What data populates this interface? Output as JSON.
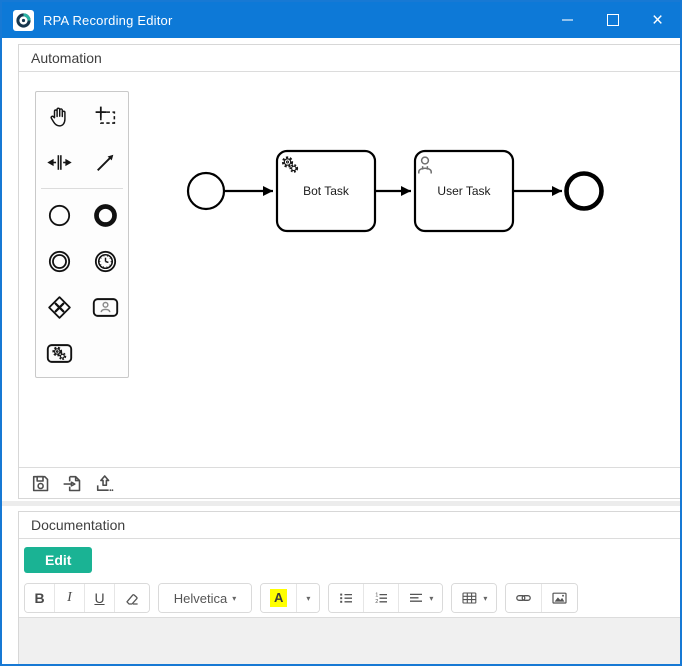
{
  "colors": {
    "titlebar_blue": "#0d79d7",
    "window_border_blue": "#1779d4",
    "accent_teal": "#1ab394",
    "highlight_yellow": "#ffff00"
  },
  "window": {
    "title": "RPA Recording Editor",
    "close_glyph": "×"
  },
  "automation_panel": {
    "title": "Automation",
    "palette": {
      "items": [
        {
          "name": "hand-tool"
        },
        {
          "name": "lasso-tool"
        },
        {
          "name": "space-tool"
        },
        {
          "name": "global-connect-tool"
        },
        {
          "name": "create-start-event"
        },
        {
          "name": "create-end-event"
        },
        {
          "name": "create-intermediate-event"
        },
        {
          "name": "create-timer-event"
        },
        {
          "name": "create-gateway"
        },
        {
          "name": "create-user-task"
        },
        {
          "name": "create-bot-task"
        }
      ]
    },
    "diagram": {
      "nodes": [
        {
          "type": "start-event",
          "label": ""
        },
        {
          "type": "task",
          "label": "Bot Task",
          "icon": "gears-icon"
        },
        {
          "type": "task",
          "label": "User Task",
          "icon": "user-icon"
        },
        {
          "type": "end-event",
          "label": ""
        }
      ],
      "flows": [
        {
          "from": "start-event",
          "to": "Bot Task"
        },
        {
          "from": "Bot Task",
          "to": "User Task"
        },
        {
          "from": "User Task",
          "to": "end-event"
        }
      ]
    },
    "footer": {
      "icons": [
        "save-icon",
        "open-diagram-icon",
        "export-diagram-icon"
      ]
    }
  },
  "documentation_panel": {
    "title": "Documentation",
    "edit_button": "Edit",
    "toolbar": {
      "bold": "B",
      "italic": "I",
      "underline": "U",
      "fontname": "Helvetica",
      "color_letter": "A",
      "caret": "▾",
      "ol_digit_1": "1",
      "ol_digit_2": "2"
    },
    "editor_text": ""
  }
}
